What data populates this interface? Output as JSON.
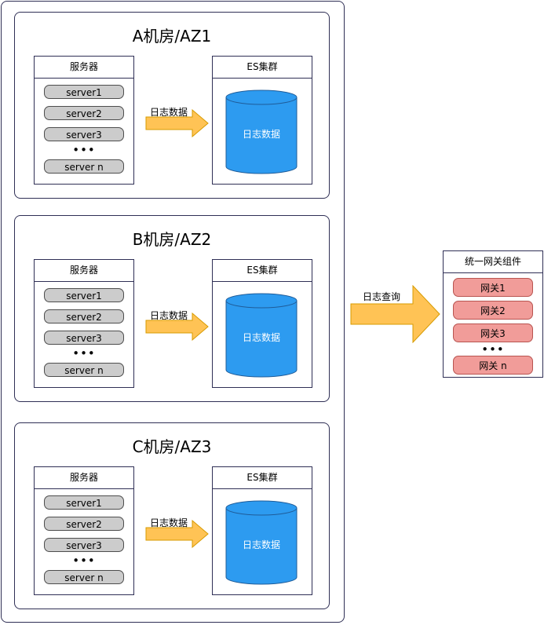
{
  "zones": [
    {
      "title": "A机房/AZ1",
      "server_box": {
        "header": "服务器",
        "servers": [
          "server1",
          "server2",
          "server3"
        ],
        "ellipsis": "•••",
        "last": "server n"
      },
      "arrow_label": "日志数据",
      "es_box": {
        "header": "ES集群",
        "db_label": "日志数据"
      }
    },
    {
      "title": "B机房/AZ2",
      "server_box": {
        "header": "服务器",
        "servers": [
          "server1",
          "server2",
          "server3"
        ],
        "ellipsis": "•••",
        "last": "server n"
      },
      "arrow_label": "日志数据",
      "es_box": {
        "header": "ES集群",
        "db_label": "日志数据"
      }
    },
    {
      "title": "C机房/AZ3",
      "server_box": {
        "header": "服务器",
        "servers": [
          "server1",
          "server2",
          "server3"
        ],
        "ellipsis": "•••",
        "last": "server n"
      },
      "arrow_label": "日志数据",
      "es_box": {
        "header": "ES集群",
        "db_label": "日志数据"
      }
    }
  ],
  "query_arrow_label": "日志查询",
  "gateway": {
    "header": "统一网关组件",
    "gateways": [
      "网关1",
      "网关2",
      "网关3"
    ],
    "ellipsis": "•••",
    "last": "网关 n"
  },
  "colors": {
    "border": "#2f2f55",
    "server_pill": "#cccccc",
    "arrow_fill": "#ffc355",
    "arrow_stroke": "#d79b00",
    "db_fill": "#2d9bf0",
    "db_stroke": "#1f5c99",
    "gateway_pill": "#f19c99",
    "gateway_pill_stroke": "#b85450"
  }
}
